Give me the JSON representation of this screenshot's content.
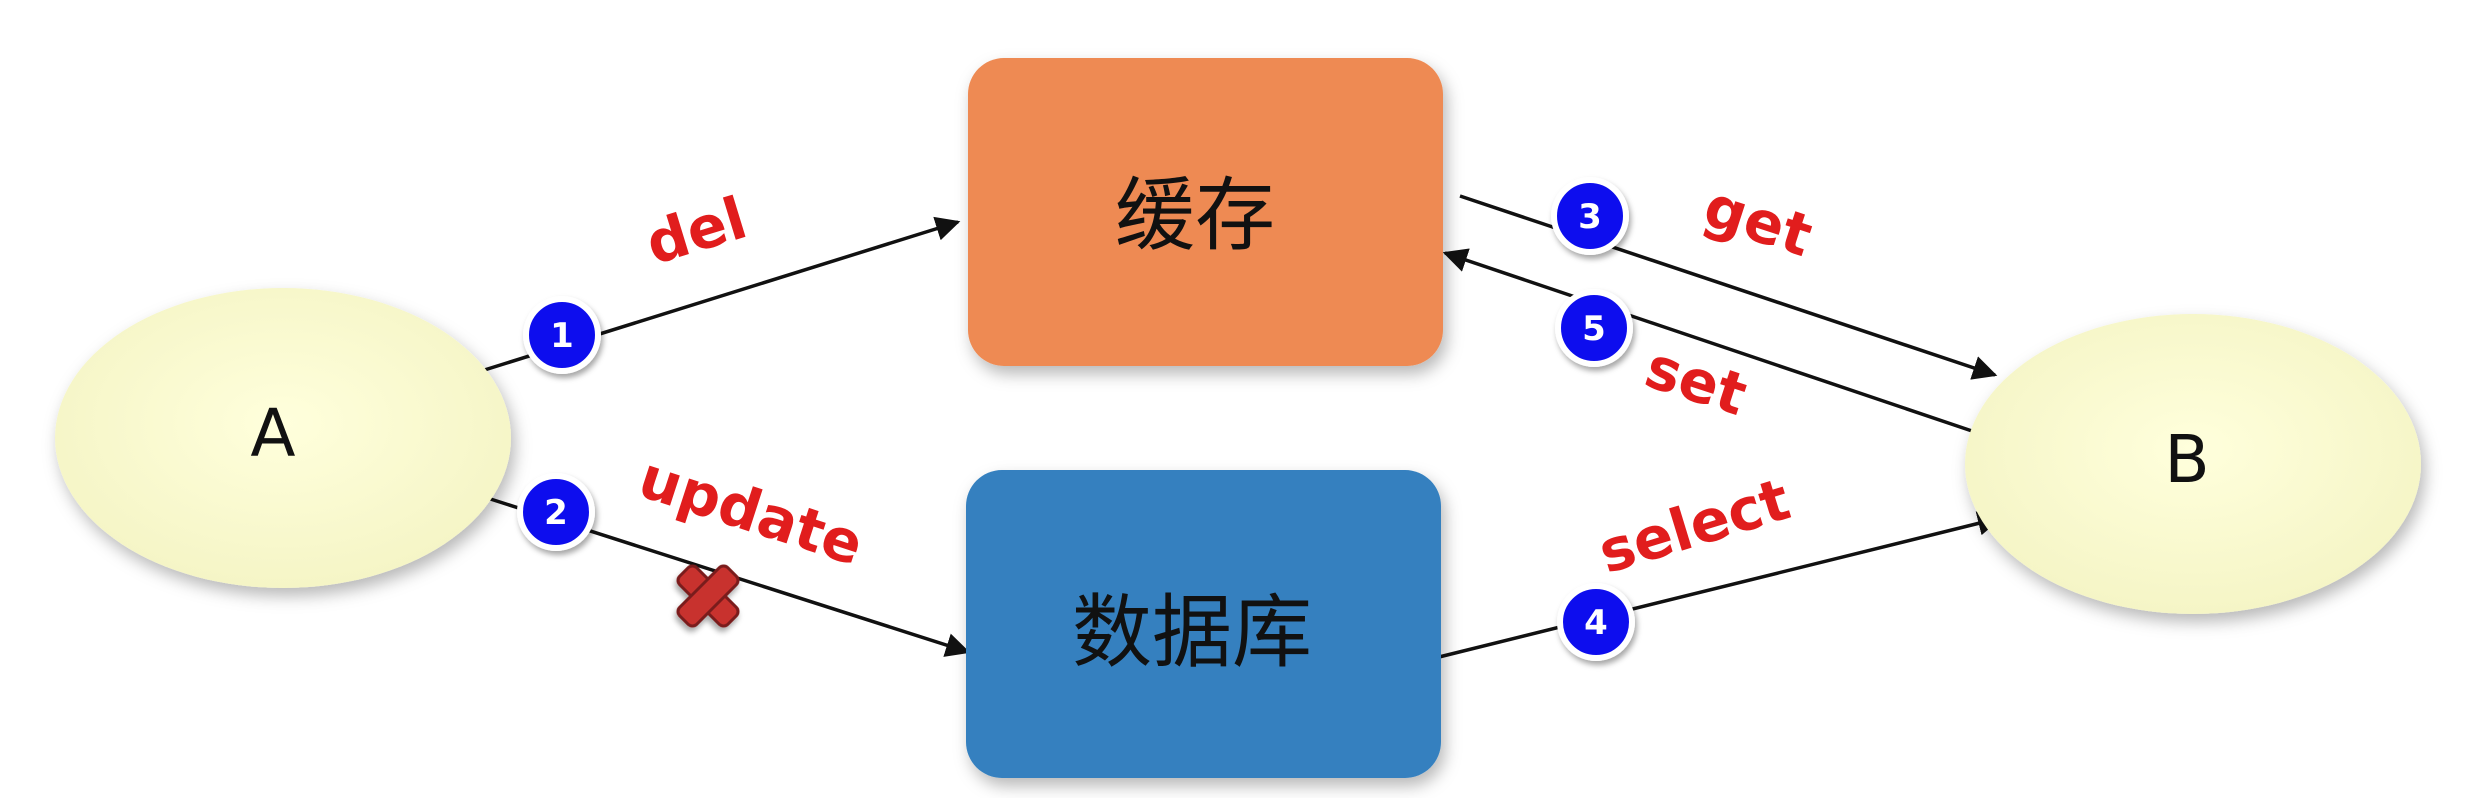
{
  "nodes": {
    "a": "A",
    "b": "B",
    "cache": "缓存",
    "database": "数据库"
  },
  "edges": {
    "del": "del",
    "update": "update",
    "get": "get",
    "set": "set",
    "select": "select"
  },
  "steps": [
    "1",
    "2",
    "3",
    "4",
    "5"
  ],
  "colors": {
    "cache_fill": "#ee8a52",
    "database_fill": "#3480bf",
    "ellipse_fill": "#fdfdd0",
    "step_fill": "#1111ee",
    "label_red": "#e11d1d",
    "cross_red": "#c8302f"
  },
  "icons": [
    "failure-cross-icon"
  ]
}
